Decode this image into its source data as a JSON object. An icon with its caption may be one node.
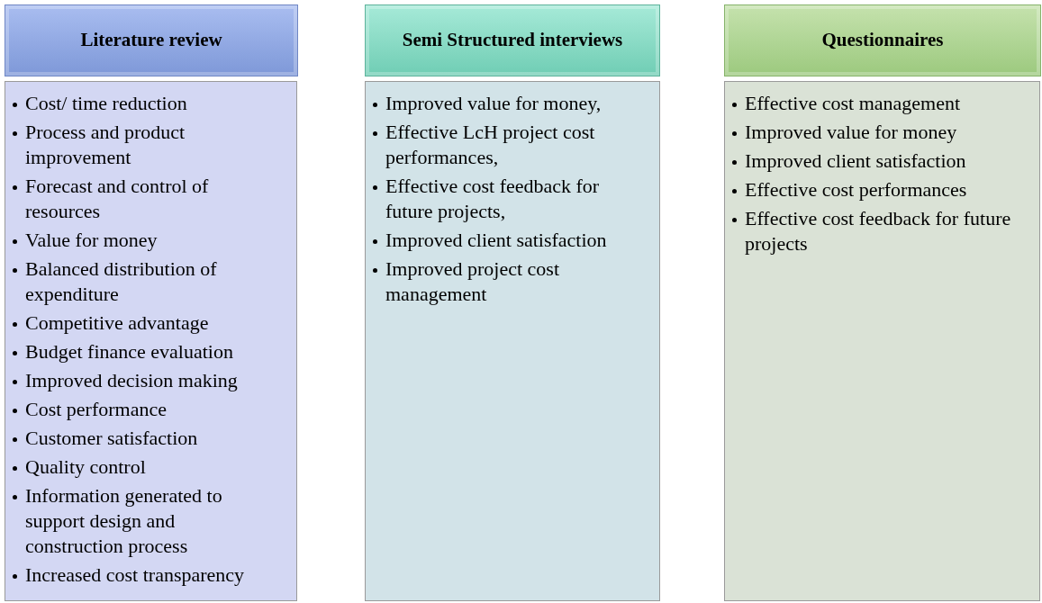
{
  "diagram": {
    "nodes": [
      {
        "text": [
          "Literature review"
        ]
      },
      {
        "text": [
          "Cost/ time reduction",
          "Process and product improvement",
          "Forecast and control of resources",
          "Value for money",
          "Balanced distribution of expenditure",
          "Competitive advantage",
          "Budget finance evaluation",
          "Improved decision making",
          "Cost performance",
          "Customer satisfaction",
          "Quality control",
          "Information generated to support design and construction process",
          "Increased cost transparency"
        ]
      },
      {
        "text": [
          "Semi Structured interviews"
        ]
      },
      {
        "text": [
          "Improved value for money,",
          "Effective LcH project cost performances,",
          "Effective cost feedback for future projects,",
          "Improved client satisfaction",
          "Improved project cost management"
        ]
      },
      {
        "text": [
          "Questionnaires"
        ]
      },
      {
        "text": [
          "Effective cost management",
          "Improved value for money",
          "Improved client satisfaction",
          "Effective cost performances",
          "Effective cost feedback for future projects"
        ]
      }
    ]
  }
}
